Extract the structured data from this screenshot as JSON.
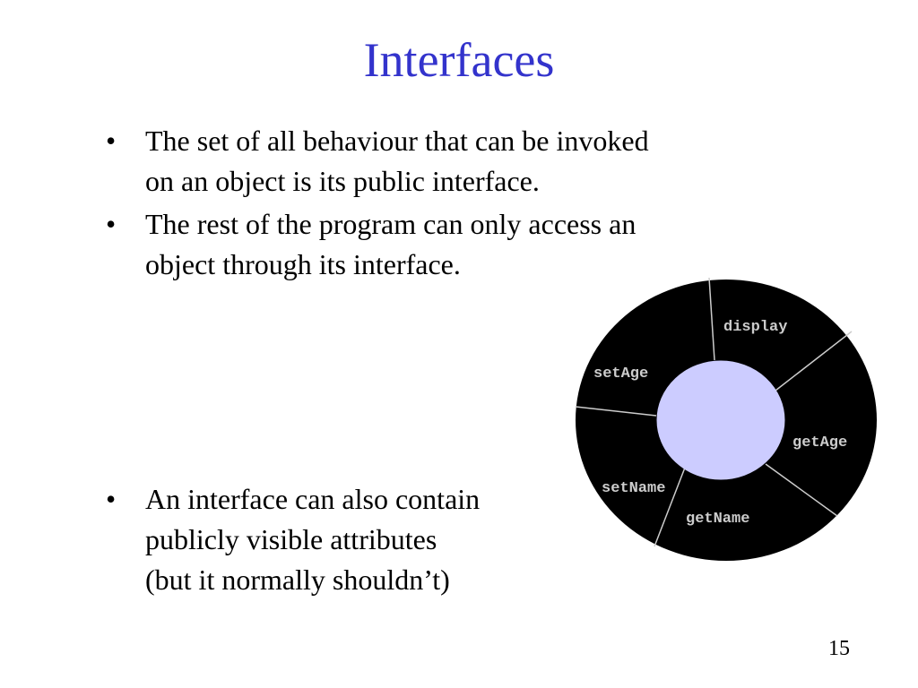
{
  "slide": {
    "title": "Interfaces",
    "bullets": [
      {
        "marker": "•",
        "text": "The set of all behaviour that can be invoked\non an object is its public interface."
      },
      {
        "marker": "•",
        "text": "The rest of the program can only access an\nobject through its interface."
      },
      {
        "marker": "•",
        "text": "An interface can also contain\npublicly visible attributes\n(but it normally shouldn’t)"
      }
    ],
    "page_number": "15"
  },
  "diagram": {
    "ring_color": "#000000",
    "core_color": "#ccccff",
    "divider_color": "#cccccc",
    "label_color": "#cccccc",
    "methods": [
      "display",
      "setAge",
      "getAge",
      "setName",
      "getName"
    ]
  }
}
